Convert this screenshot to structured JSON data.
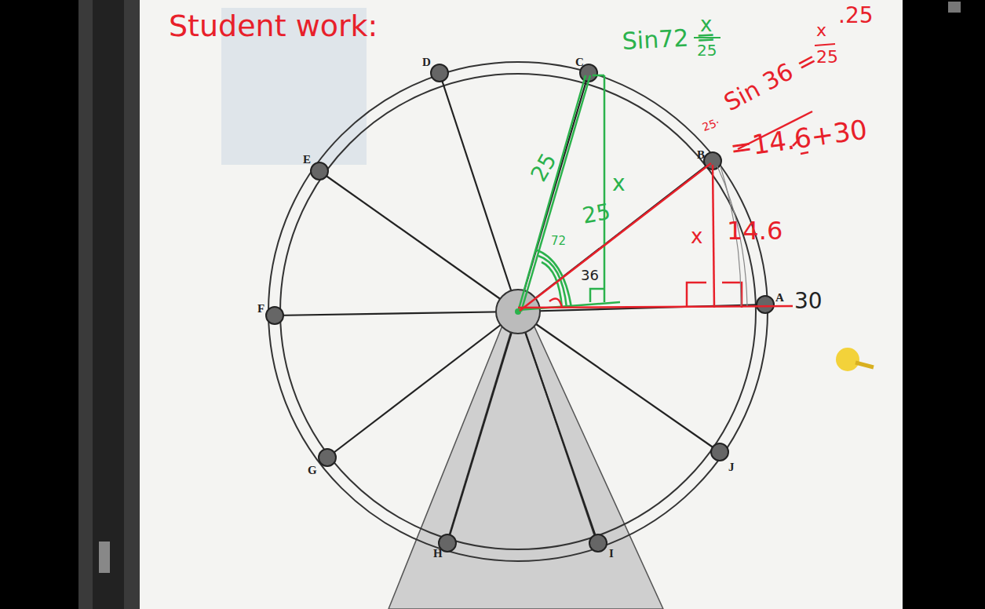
{
  "diagram": {
    "labels": [
      "Student work:",
      "Sin72 =",
      "x",
      "25",
      "25·",
      "Sin 36 =",
      "x",
      "25",
      ".25",
      "=14.6+30",
      "14.6",
      "x",
      "30",
      "25",
      "x",
      "25",
      "72",
      "36",
      "A",
      "B",
      "C",
      "D",
      "E",
      "F",
      "G",
      "H",
      "I",
      "J"
    ]
  }
}
